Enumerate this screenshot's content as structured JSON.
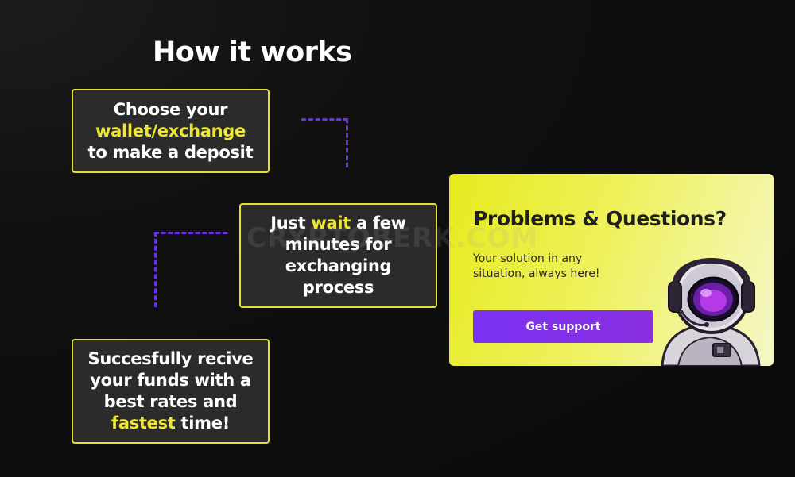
{
  "section": {
    "title": "How it works"
  },
  "steps": [
    {
      "line1": "Choose your",
      "highlight": "wallet/exchange",
      "line3": "to make a deposit"
    },
    {
      "before": "Just ",
      "highlight": "wait",
      "after": " a few minutes for exchanging process"
    },
    {
      "before": "Succesfully recive your funds with a best rates and ",
      "highlight": "fastest",
      "after": " time!"
    }
  ],
  "support": {
    "title": "Problems & Questions?",
    "subtitle": "Your solution in any situation, always here!",
    "button_label": "Get support"
  },
  "watermark": {
    "text": "CRYPTOBERK.COM"
  },
  "colors": {
    "highlight": "#efe82f",
    "connector": "#6a2fe6",
    "button": "#7a32f2",
    "card_bg": "#2b2b2b"
  },
  "icons": {
    "mascot": "astronaut-mascot-icon"
  }
}
